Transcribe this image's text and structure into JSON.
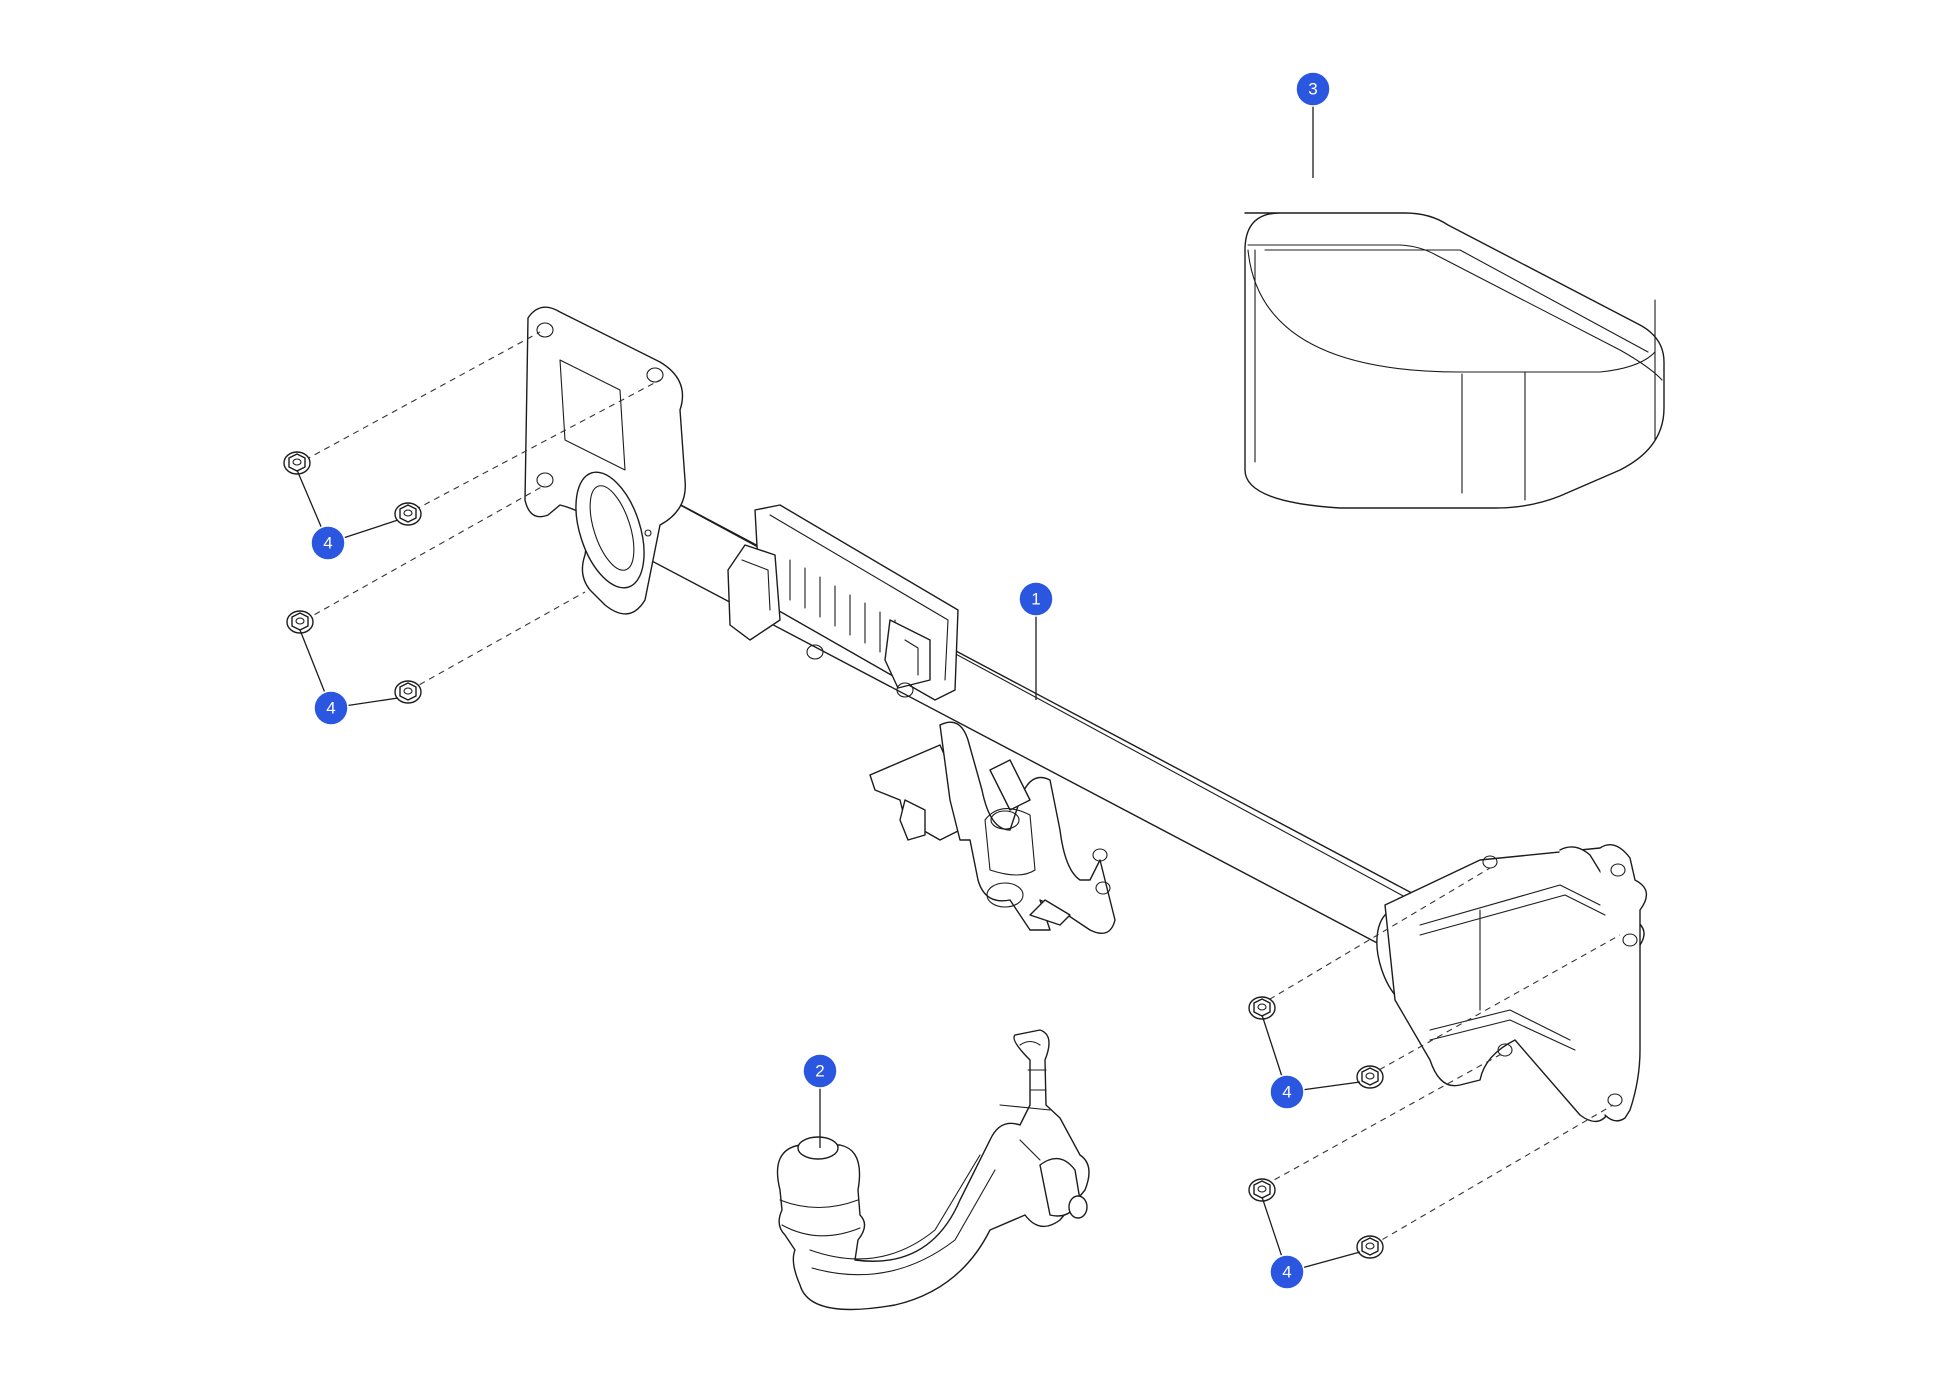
{
  "colors": {
    "callout_fill": "#2b56e0",
    "line": "#1c1c1c",
    "background": "#ffffff"
  },
  "callouts": [
    {
      "id": "callout-1",
      "label": "1",
      "part": "tow-bar-crossmember"
    },
    {
      "id": "callout-2",
      "label": "2",
      "part": "tow-ball-neck"
    },
    {
      "id": "callout-3",
      "label": "3",
      "part": "tow-ball-cover"
    },
    {
      "id": "callout-4a",
      "label": "4",
      "part": "flange-nut"
    },
    {
      "id": "callout-4b",
      "label": "4",
      "part": "flange-nut"
    },
    {
      "id": "callout-4c",
      "label": "4",
      "part": "flange-nut"
    },
    {
      "id": "callout-4d",
      "label": "4",
      "part": "flange-nut"
    }
  ]
}
